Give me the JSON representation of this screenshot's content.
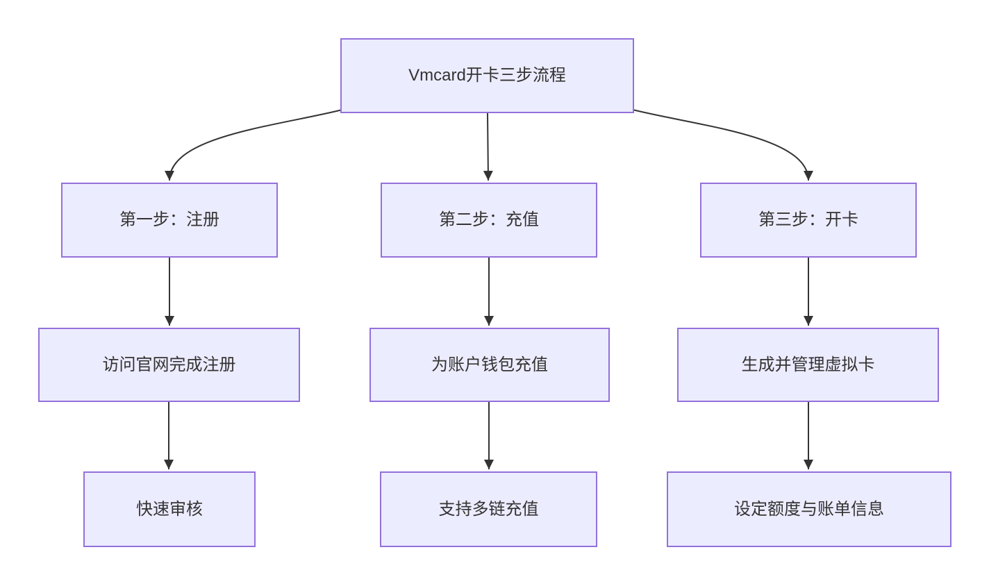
{
  "title": "Vmcard开卡三步流程",
  "colors": {
    "node_fill": "#ECECFF",
    "node_border": "#9370DB",
    "edge": "#333333",
    "text": "#333333",
    "background": "#FFFFFF"
  },
  "flowchart": {
    "type": "top-down flowchart, 1 root with 3 columns of 3 levels",
    "root": {
      "label": "Vmcard开卡三步流程"
    },
    "steps": [
      {
        "label": "第一步：注册",
        "detail": "访问官网完成注册",
        "outcome": "快速审核"
      },
      {
        "label": "第二步：充值",
        "detail": "为账户钱包充值",
        "outcome": "支持多链充值"
      },
      {
        "label": "第三步：开卡",
        "detail": "生成并管理虚拟卡",
        "outcome": "设定额度与账单信息"
      }
    ],
    "edges": [
      {
        "from": "root",
        "to": "step1"
      },
      {
        "from": "root",
        "to": "step2"
      },
      {
        "from": "root",
        "to": "step3"
      },
      {
        "from": "step1",
        "to": "detail1"
      },
      {
        "from": "step2",
        "to": "detail2"
      },
      {
        "from": "step3",
        "to": "detail3"
      },
      {
        "from": "detail1",
        "to": "outcome1"
      },
      {
        "from": "detail2",
        "to": "outcome2"
      },
      {
        "from": "detail3",
        "to": "outcome3"
      }
    ]
  }
}
